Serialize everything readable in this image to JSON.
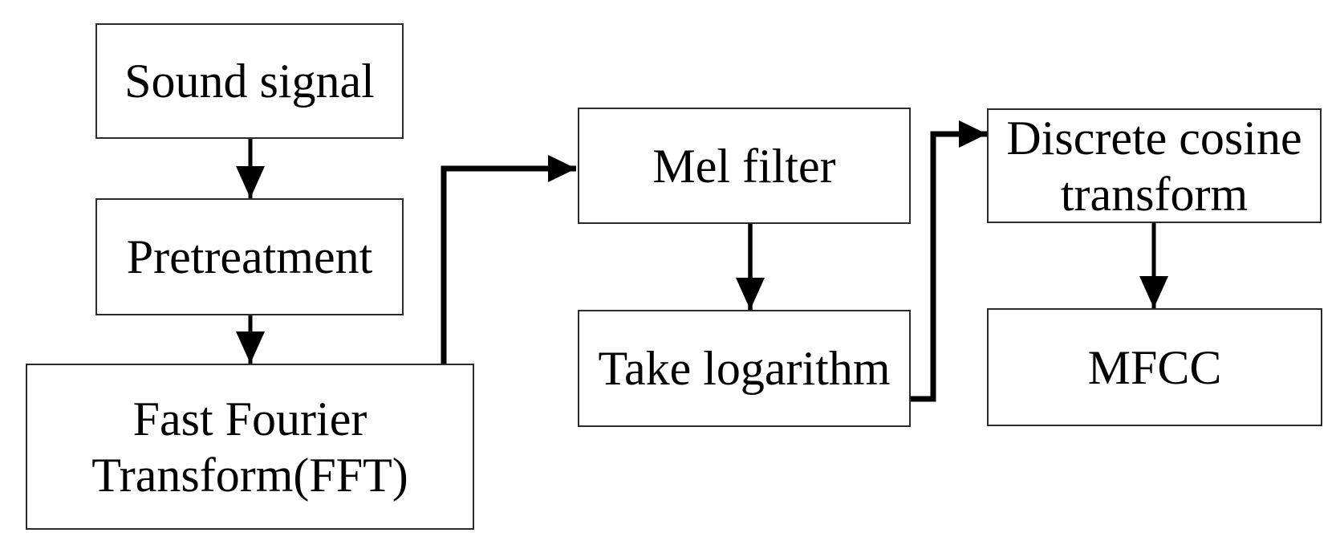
{
  "nodes": {
    "sound_signal": {
      "label": "Sound signal"
    },
    "pretreatment": {
      "label": "Pretreatment"
    },
    "fft": {
      "label": "Fast Fourier\nTransform(FFT)"
    },
    "mel_filter": {
      "label": "Mel filter"
    },
    "take_logarithm": {
      "label": "Take logarithm"
    },
    "dct": {
      "label": "Discrete cosine\ntransform"
    },
    "mfcc": {
      "label": "MFCC"
    }
  },
  "edges": [
    {
      "from": "sound_signal",
      "to": "pretreatment"
    },
    {
      "from": "pretreatment",
      "to": "fft"
    },
    {
      "from": "fft",
      "to": "mel_filter"
    },
    {
      "from": "mel_filter",
      "to": "take_logarithm"
    },
    {
      "from": "take_logarithm",
      "to": "dct"
    },
    {
      "from": "dct",
      "to": "mfcc"
    }
  ],
  "colors": {
    "background": "#ffffff",
    "box_fill": "#ffffff",
    "box_border": "#2b2b2b",
    "text": "#000000",
    "arrow": "#000000"
  }
}
